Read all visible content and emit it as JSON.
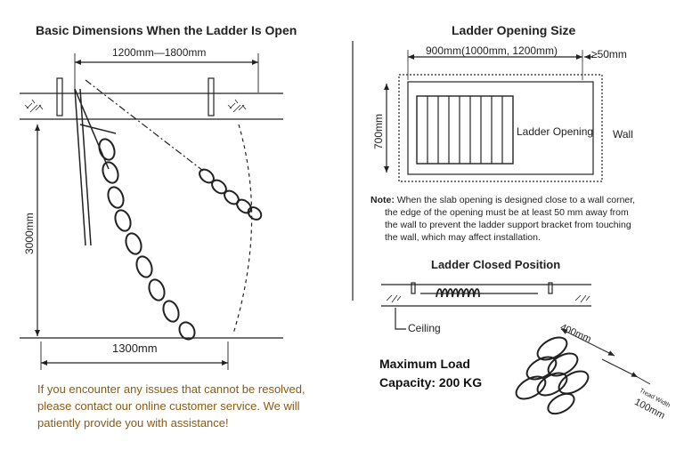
{
  "left_panel": {
    "title": "Basic Dimensions When the Ladder Is Open",
    "width_range": "1200mm—1800mm",
    "height": "3000mm",
    "floor_span": "1300mm"
  },
  "opening_panel": {
    "title": "Ladder Opening Size",
    "width": "900mm(1000mm, 1200mm)",
    "wall_gap": "≥50mm",
    "depth": "700mm",
    "opening_label": "Ladder Opening",
    "wall_label": "Wall"
  },
  "note": {
    "prefix": "Note:",
    "line1": " When the slab opening is designed close to a wall corner,",
    "line2": "the edge of the opening must be at least 50 mm away from",
    "line3": "the wall to prevent the ladder support bracket from touching",
    "line4": "the wall, which may affect installation."
  },
  "closed_panel": {
    "title": "Ladder Closed Position",
    "ceiling_label": "Ceiling"
  },
  "load": {
    "line1": "Maximum Load",
    "line2": "Capacity: 200 KG"
  },
  "tread": {
    "length": "400mm",
    "width_label": "Tread Width",
    "width": "100mm"
  },
  "footer": {
    "line1": "If you encounter any issues that cannot be resolved,",
    "line2": "please contact our online customer service. We will",
    "line3": "patiently provide you with assistance!"
  },
  "colors": {
    "footer_text": "#8a5a12",
    "line": "#222222"
  }
}
